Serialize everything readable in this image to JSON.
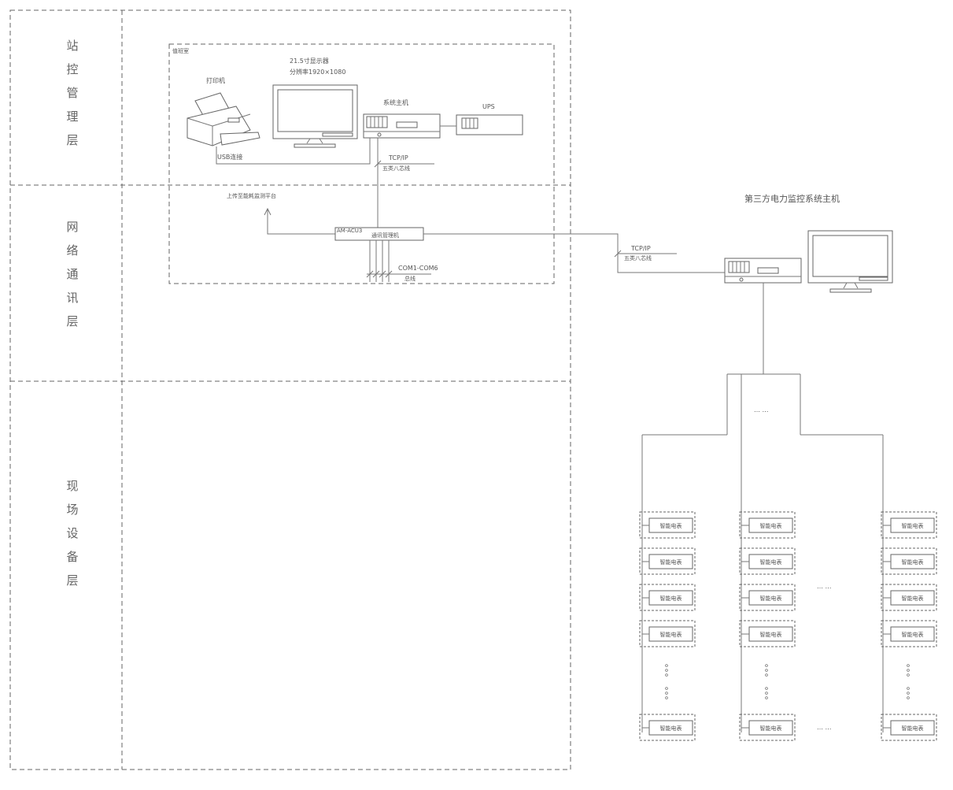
{
  "tiers": {
    "station_mgmt": [
      "站",
      "控",
      "管",
      "理",
      "层"
    ],
    "network_comm": [
      "网",
      "络",
      "通",
      "讯",
      "层"
    ],
    "field_device": [
      "现",
      "场",
      "设",
      "备",
      "层"
    ]
  },
  "room_label": "值班室",
  "monitor_label_1": "21.5寸显示器",
  "monitor_label_2": "分辨率1920×1080",
  "printer_label": "打印机",
  "host_label": "系统主机",
  "ups_label": "UPS",
  "usb_label": "USB连接",
  "tcpip_label": "TCP/IP",
  "cable_label": "五类八芯线",
  "upload_label": "上传至能耗监测平台",
  "gateway_label": "通讯管理机",
  "gateway_model": "AM-ACU3",
  "com_label": "COM1-COM6",
  "bus_label": "总线",
  "third_party_label": "第三方电力监控系统主机",
  "tcpip_label_2": "TCP/IP",
  "cable_label_2": "五类八芯线",
  "ellipsis": "… …",
  "meter_label": "智能电表"
}
